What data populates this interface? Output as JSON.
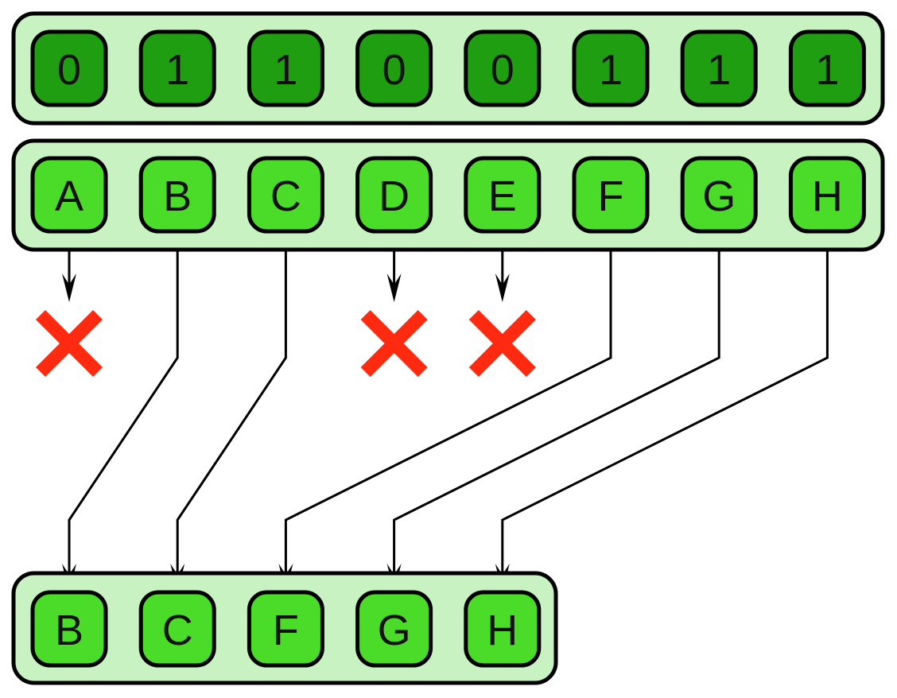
{
  "bits": [
    "0",
    "1",
    "1",
    "0",
    "0",
    "1",
    "1",
    "1"
  ],
  "letters": [
    "A",
    "B",
    "C",
    "D",
    "E",
    "F",
    "G",
    "H"
  ],
  "result": [
    "B",
    "C",
    "F",
    "G",
    "H"
  ],
  "mapping": [
    {
      "from": "A",
      "bit": "0",
      "kept": false
    },
    {
      "from": "B",
      "bit": "1",
      "kept": true,
      "to_index": 0
    },
    {
      "from": "C",
      "bit": "1",
      "kept": true,
      "to_index": 1
    },
    {
      "from": "D",
      "bit": "0",
      "kept": false
    },
    {
      "from": "E",
      "bit": "0",
      "kept": false
    },
    {
      "from": "F",
      "bit": "1",
      "kept": true,
      "to_index": 2
    },
    {
      "from": "G",
      "bit": "1",
      "kept": true,
      "to_index": 3
    },
    {
      "from": "H",
      "bit": "1",
      "kept": true,
      "to_index": 4
    }
  ],
  "icons": {
    "discard": "red-x-cross-icon",
    "connector": "arrow-down-icon"
  },
  "colors": {
    "panel_fill": "#c8f2c2",
    "bit_cell_fill": "#1f9e12",
    "letter_cell_fill": "#4bdc2a",
    "discard_mark": "#ff2a10",
    "stroke": "#000000"
  }
}
